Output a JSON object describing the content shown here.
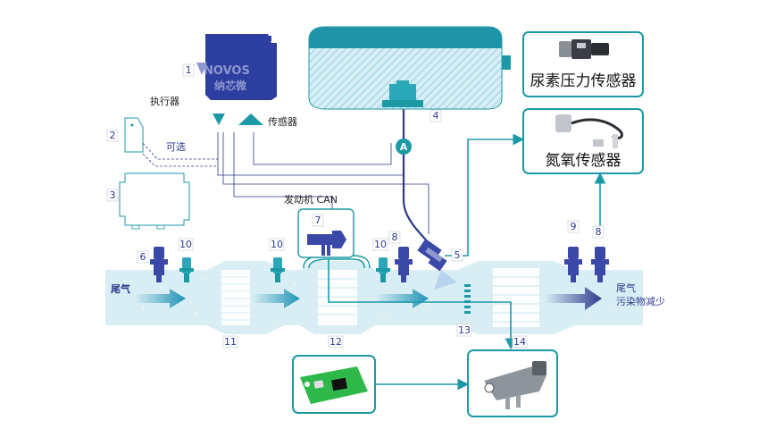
{
  "brand": {
    "logo_text": "NOVOS",
    "logo_cn": "纳芯微"
  },
  "labels": {
    "actuator": "执行器",
    "sensor": "传感器",
    "optional": "可选",
    "engine_can": "发动机 CAN",
    "exhaust_in": "尾气",
    "exhaust_out_1": "尾气",
    "exhaust_out_2": "污染物减少",
    "point_a": "A"
  },
  "numbers": {
    "n1": "1",
    "n2": "2",
    "n3": "3",
    "n4": "4",
    "n5": "5",
    "n6": "6",
    "n7": "7",
    "n8a": "8",
    "n8b": "8",
    "n9": "9",
    "n10a": "10",
    "n10b": "10",
    "n10c": "10",
    "n11": "11",
    "n12": "12",
    "n13": "13",
    "n14": "14"
  },
  "boxes": {
    "urea_pressure": "尿素压力传感器",
    "nox_sensor": "氮氧传感器"
  },
  "colors": {
    "teal": "#1b9aa6",
    "navy": "#2f3a8f",
    "pipe": "#d9eef4",
    "sensor_blue": "#3a49a8",
    "sensor_teal": "#2aa7b8",
    "ecu_blue": "#2c3e9f"
  }
}
